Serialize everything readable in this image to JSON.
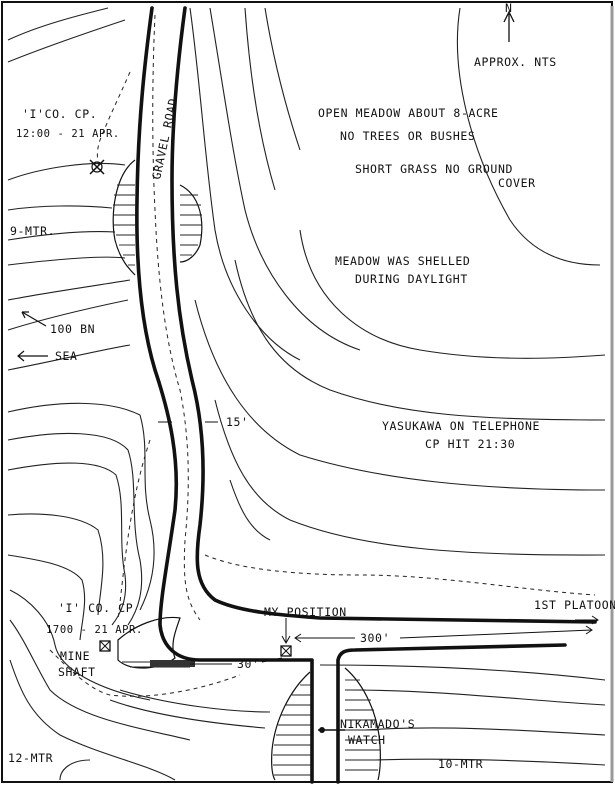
{
  "north": {
    "label": "N",
    "scale_note": "APPROX. NTS"
  },
  "meadow": {
    "line1": "OPEN MEADOW ABOUT 8-ACRE",
    "line2": "NO TREES OR BUSHES",
    "line3": "SHORT GRASS  NO GROUND",
    "line4": "COVER",
    "shelled1": "MEADOW WAS SHELLED",
    "shelled2": "DURING DAYLIGHT"
  },
  "cp_upper": {
    "line1": "'I'CO. CP.",
    "line2": "12:00 - 21 APR."
  },
  "cp_lower": {
    "line1": "'I' CO. CP",
    "line2": "1700 - 21 APR."
  },
  "elevations": {
    "upper_left": "9-MTR.",
    "lower_left": "12-MTR",
    "lower_right": "10-MTR"
  },
  "units": {
    "bn": "100 BN",
    "sea": "SEA"
  },
  "road_label": "GRAVEL ROAD",
  "telephone": {
    "line1": "YASUKAWA ON TELEPHONE",
    "line2": "CP HIT  21:30"
  },
  "distances": {
    "road_width": "15'",
    "to_platoon": "300'",
    "to_shaft": "30'"
  },
  "positions": {
    "my_position": "MY POSITION",
    "platoon": "1ST PLATOON",
    "mine_shaft_1": "MINE",
    "mine_shaft_2": "SHAFT",
    "watch_1": "NIKAMADO'S",
    "watch_2": "WATCH"
  }
}
